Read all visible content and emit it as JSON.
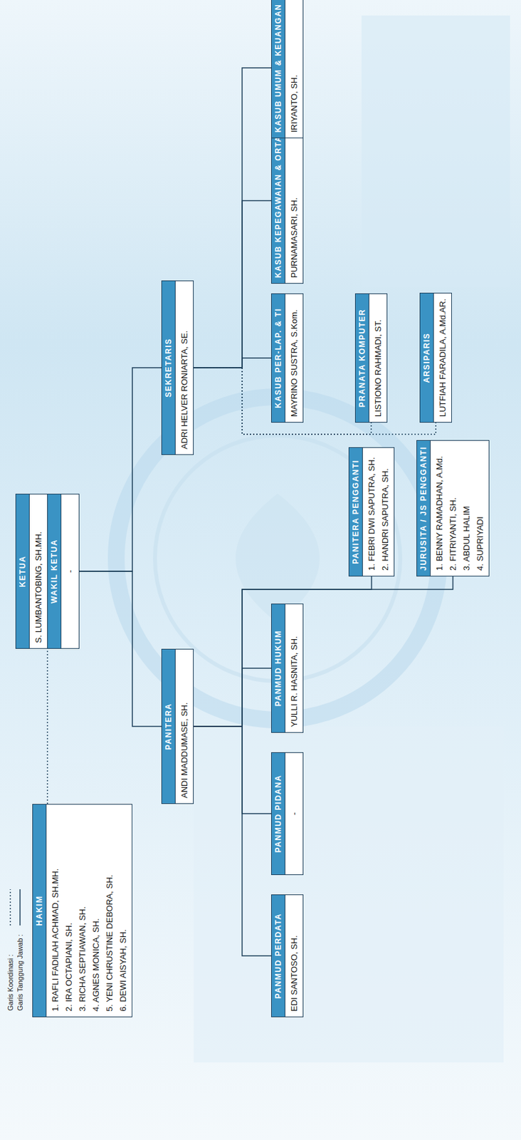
{
  "diagram": {
    "nodes": [
      {
        "text": [
          "KETUA",
          "S. LUMBANTOBING, SH.MH.",
          "WAKIL KETUA",
          "-"
        ]
      },
      {
        "text": [
          "HAKIM",
          "1. RAFLI FADILAH ACHMAD, SH.MH.",
          "2. IRA OCTAPIANI, SH.",
          "3. RICHA SEPTIAWAN, SH.",
          "4. AGNES MONICA, SH.",
          "5. YENI CHRUSTINE DEBORA, SH.",
          "6. DEWI AISYAH, SH."
        ]
      },
      {
        "text": [
          "PANITERA",
          "ANDI MADDUMASE, SH."
        ]
      },
      {
        "text": [
          "SEKRETARIS",
          "ADRI HELVER RONIARTA, SE."
        ]
      },
      {
        "text": [
          "PANMUD PERDATA",
          "EDI SANTOSO, SH."
        ]
      },
      {
        "text": [
          "PANMUD PIDANA",
          "-"
        ]
      },
      {
        "text": [
          "PANMUD HUKUM",
          "YULLI R. HASNITA, SH."
        ]
      },
      {
        "text": [
          "PANITERA PENGGANTI",
          "1. FEBRI DWI SAPUTRA, SH.",
          "2. HANDRI SAPUTRA, SH."
        ]
      },
      {
        "text": [
          "JURUSITA / JS PENGGANTI",
          "1. BENNY RAMADHAN, A.Md.",
          "2. FITRIYANTI, SH.",
          "3. ABDUL HALIM",
          "4. SUPRIYADI"
        ]
      },
      {
        "text": [
          "KASUB PER-LAP. & TI",
          "MAYRINO SUSTRA, S.Kom."
        ]
      },
      {
        "text": [
          "KASUB KEPEGAWAIAN & ORTALA",
          "PURNAMASARI, SH."
        ]
      },
      {
        "text": [
          "KASUB UMUM & KEUANGAN",
          "IRIYANTO, SH."
        ]
      },
      {
        "text": [
          "PRANATA KOMPUTER",
          "LISTIONO RAHMADI, ST."
        ]
      },
      {
        "text": [
          "ARSIPARIS",
          "LUTFIAH FARADILA, A.Md.AR."
        ]
      }
    ],
    "edges": [
      {
        "from": 1,
        "to": 0,
        "arrow": "none"
      },
      {
        "from": 0,
        "to": 2,
        "arrow": "none"
      },
      {
        "from": 0,
        "to": 3,
        "arrow": "none"
      },
      {
        "from": 2,
        "to": 4,
        "arrow": "none"
      },
      {
        "from": 2,
        "to": 5,
        "arrow": "none"
      },
      {
        "from": 2,
        "to": 6,
        "arrow": "none"
      },
      {
        "from": 2,
        "to": 7,
        "arrow": "none"
      },
      {
        "from": 2,
        "to": 8,
        "arrow": "none"
      },
      {
        "from": 3,
        "to": 9,
        "arrow": "none"
      },
      {
        "from": 3,
        "to": 10,
        "arrow": "none"
      },
      {
        "from": 3,
        "to": 11,
        "arrow": "none"
      },
      {
        "from": 3,
        "to": 12,
        "arrow": "none"
      },
      {
        "from": 3,
        "to": 13,
        "arrow": "none"
      }
    ],
    "legend": [
      {
        "text": "Garis Koordinasi :"
      },
      {
        "text": "Garis Tanggung Jawab :"
      }
    ]
  }
}
